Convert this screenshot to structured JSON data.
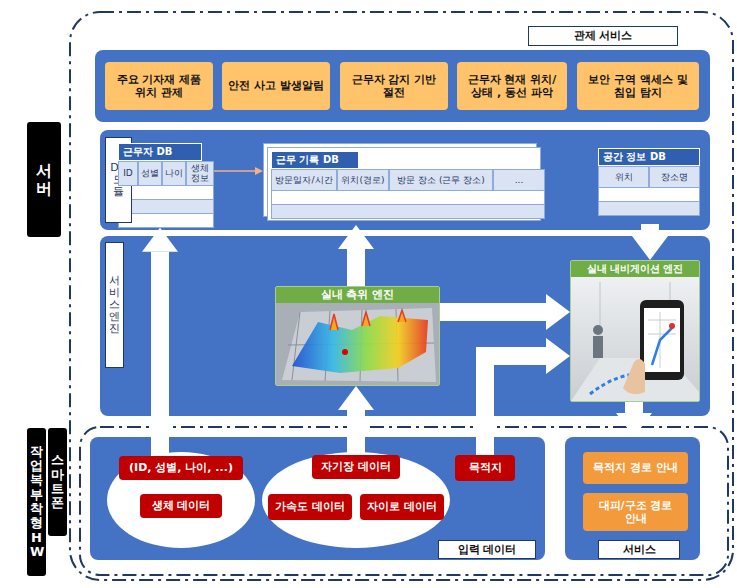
{
  "diagram": {
    "nodes": [
      {
        "text": [
          "서버"
        ]
      },
      {
        "text": [
          "관제 서비스"
        ]
      },
      {
        "text": [
          "주요 기자재 제품 위치 관제"
        ],
        "in": 1
      },
      {
        "text": [
          "안전 사고 발생알림"
        ],
        "in": 1
      },
      {
        "text": [
          "근무자 감지 기반 절전"
        ],
        "in": 1
      },
      {
        "text": [
          "근무자 현재 위치/ 상태 , 동선 파악"
        ],
        "in": 1
      },
      {
        "text": [
          "보안 구역 액세스 및 침입 탐지"
        ],
        "in": 1
      },
      {
        "text": [
          "DB 모듈"
        ]
      },
      {
        "text": [
          "근무자 DB",
          "ID",
          "성별",
          "나이",
          "생체 정보"
        ],
        "in": 7
      },
      {
        "text": [
          "근무 기록 DB",
          "방문일자/시간",
          "위치(경로)",
          "방문 장소 (근무 장소)",
          "..."
        ],
        "in": 7
      },
      {
        "text": [
          "공간 정보 DB",
          "위치",
          "장소명"
        ],
        "in": 7
      },
      {
        "text": [
          "서비스 엔진"
        ]
      },
      {
        "text": [
          "실내 측위 엔진"
        ],
        "in": 11
      },
      {
        "text": [
          "실내 내비게이션 엔진"
        ],
        "in": 11
      },
      {
        "text": [
          "작업복부착형HW"
        ]
      },
      {
        "text": [
          "스마트폰"
        ]
      },
      {
        "text": [
          "입력 데이터"
        ]
      },
      {
        "text": [
          "(ID, 성별, 나이, ...)"
        ],
        "in": 16
      },
      {
        "text": [
          "생체 데이터"
        ],
        "in": 16
      },
      {
        "text": [
          "자기장 데이터"
        ],
        "in": 16
      },
      {
        "text": [
          "가속도 데이터"
        ],
        "in": 16
      },
      {
        "text": [
          "자이로 데이터"
        ],
        "in": 16
      },
      {
        "text": [
          "목적지"
        ],
        "in": 16
      },
      {
        "text": [
          "서비스"
        ]
      },
      {
        "text": [
          "목적지 경로 안내"
        ],
        "in": 23
      },
      {
        "text": [
          "대피/구조 경로 안내"
        ],
        "in": 23
      }
    ],
    "edges": [
      {
        "from": 8,
        "to": 9,
        "arrow": "to"
      },
      {
        "from": 17,
        "to": 8,
        "arrow": "to"
      },
      {
        "from": 19,
        "to": 12,
        "arrow": "to"
      },
      {
        "from": 12,
        "to": 9,
        "arrow": "to"
      },
      {
        "from": 12,
        "to": 13,
        "arrow": "to"
      },
      {
        "from": 22,
        "to": 13,
        "arrow": "to"
      },
      {
        "from": 10,
        "to": 13,
        "arrow": "to"
      },
      {
        "from": 13,
        "to": 23,
        "arrow": "to"
      }
    ]
  }
}
